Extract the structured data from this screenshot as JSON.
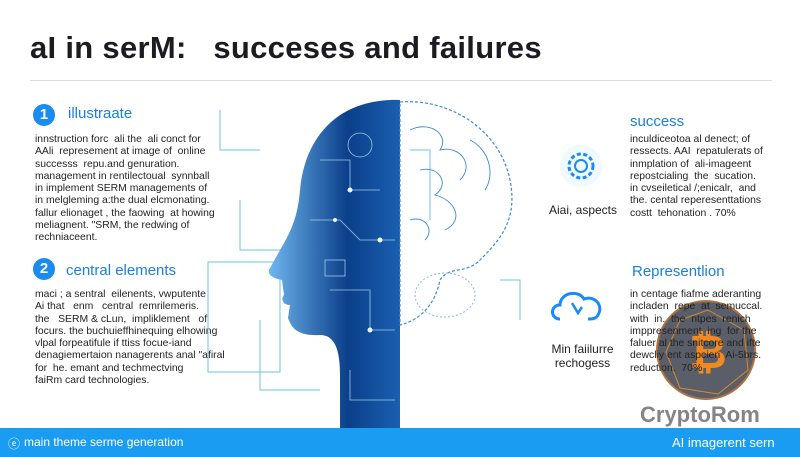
{
  "title": "aI in serM:   succeses and failures",
  "sections": [
    {
      "number": "1",
      "heading": "illustraate",
      "body": "innstruction forc  ali the  ali conct for\nAAli  represement at image of  online\nsuccesss  repu.and genuration.\nmanagement in rentilectoual  synnball\nin implement SERM managements of\nin melgleming a:the dual elcmonating.\nfallur elionaget , the faowing  at howing\nmeliagnent. \"SRM, the redwing of\nrechniaceent."
    },
    {
      "number": "2",
      "heading": "central elements",
      "body": "maci ; a sentral  eilenents, vwputente\nAi that   enm   central  remrilemeris.\nthe   SERM & cLun,  impliklement   of\nfocurs. the buchuieffhinequing elhowing\nvlpal forpeatifule if ttiss focue-iand\ndenagiemertaion nanagerents anal \"afiral\nfor  he. emant and techmectving\nfaiRm card technologies."
    }
  ],
  "right": [
    {
      "heading": "success",
      "icon": "gear-icon",
      "caption": "Aiai, aspects",
      "body": "inculdiceotoa al denect; of\nressects. AAI  repatulerats of\ninmplation of  ali-imageent\nrepostcialing  the  sucation.\nin cvseiletical /;enicalr,  and\nthe. cental reperesenttations\ncostt  tehonation . 70%"
    },
    {
      "heading": "Representlion",
      "icon": "cloud-icon",
      "caption": "Min faiilurre\nrechogess",
      "body": "in centage fiafme aderanting\nincladen  repe  at  semuccal.\nwith  in.  the  ntpes  renich\nimppresenment  ing  for the\nfaluer al the snitcore and ifte\ndewcliy ent aspcien  Ai-5brs.\nreduction.  70%"
    }
  ],
  "watermark": "CryptoRom",
  "footer": {
    "left": "main theme  serme generation",
    "right": "AI imagerent sern"
  },
  "colors": {
    "accent": "#1a8cf0",
    "footer": "#1a9cf2",
    "title": "#1b1b22"
  }
}
